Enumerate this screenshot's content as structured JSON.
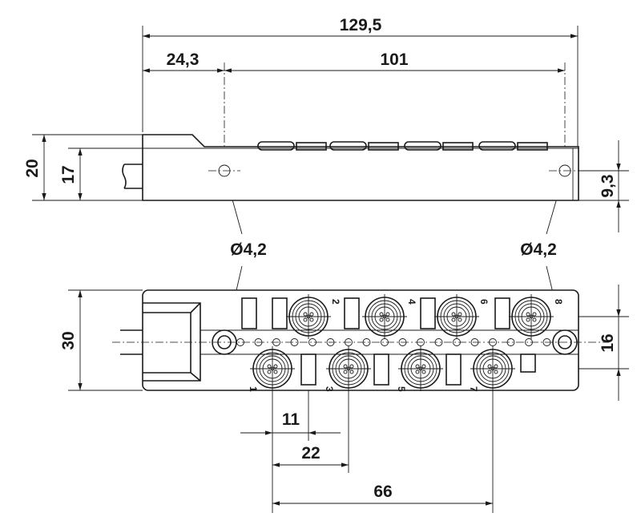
{
  "dimensions": {
    "overall_length": "129,5",
    "hole_offset": "24,3",
    "hole_spacing": "101",
    "height_total": "20",
    "height_body": "17",
    "hole_height": "9,3",
    "hole_diameter_left": "Ø4,2",
    "hole_diameter_right": "Ø4,2",
    "width": "30",
    "row_spacing": "16",
    "pitch_half": "11",
    "pitch": "22",
    "pitch_span": "66"
  },
  "ports": [
    "1",
    "2",
    "3",
    "4",
    "5",
    "6",
    "7",
    "8"
  ]
}
